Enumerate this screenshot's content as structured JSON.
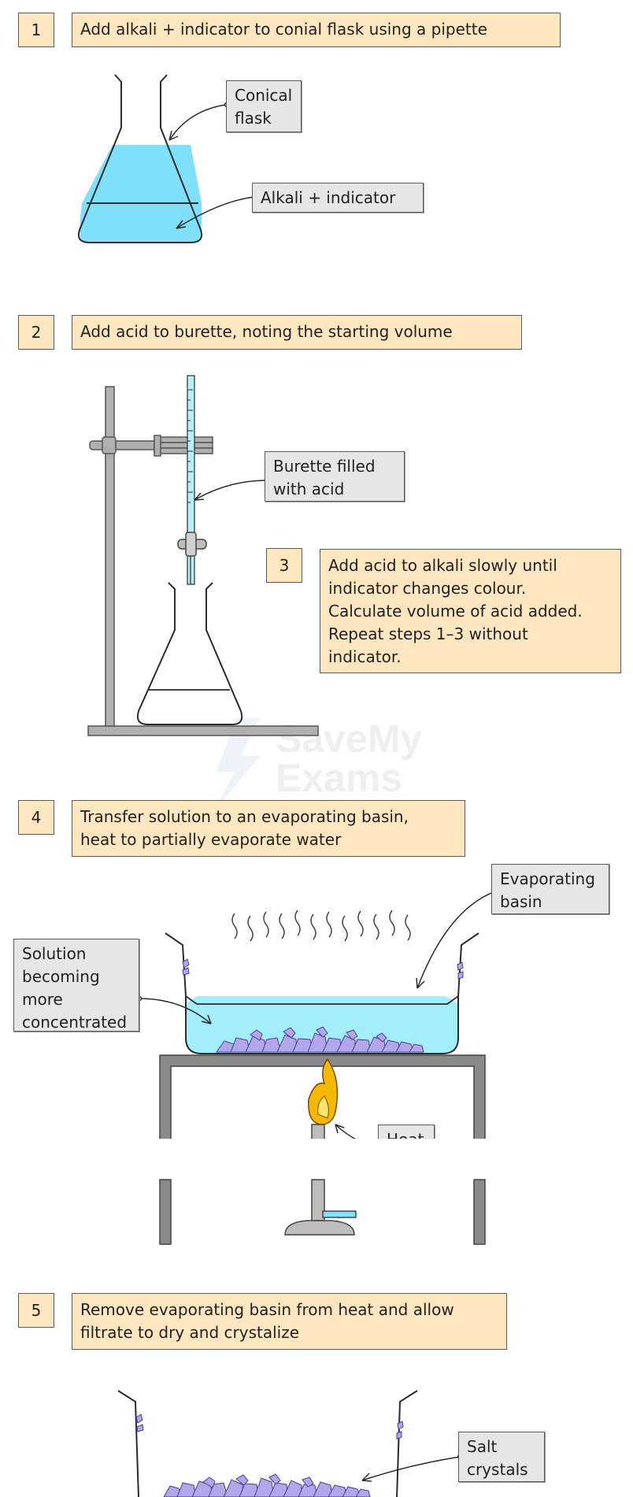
{
  "steps": [
    {
      "number": "1",
      "text": "Add alkali + indicator to conial flask using a pipette"
    },
    {
      "number": "2",
      "text": "Add acid to burette, noting the starting volume"
    },
    {
      "number": "3",
      "text": "Add acid to alkali slowly until\nindicator changes colour.\nCalculate volume of acid added.\nRepeat steps 1–3 without\nindicator."
    },
    {
      "number": "4",
      "text": "Transfer solution to an evaporating basin,\nheat to partially evaporate water"
    },
    {
      "number": "5",
      "text": "Remove evaporating basin from heat and allow\nfiltrate to dry and crystalize"
    }
  ],
  "labels": {
    "conical_flask": "Conical\nflask",
    "alkali_indicator": "Alkali + indicator",
    "burette": "Burette filled\nwith acid",
    "evaporating_basin": "Evaporating\nbasin",
    "solution": "Solution\nbecoming\nmore\nconcentrated",
    "heat": "Heat",
    "salt_crystals": "Salt\ncrystals"
  },
  "watermark": "Save My Exams",
  "colors": {
    "step_box": "#fde6c0",
    "label_box": "#e6e6e6",
    "liquid": "#80e0fa",
    "crystals": "#b3a6ec",
    "flame": "#f5b800",
    "stand": "#b0b0b0"
  }
}
